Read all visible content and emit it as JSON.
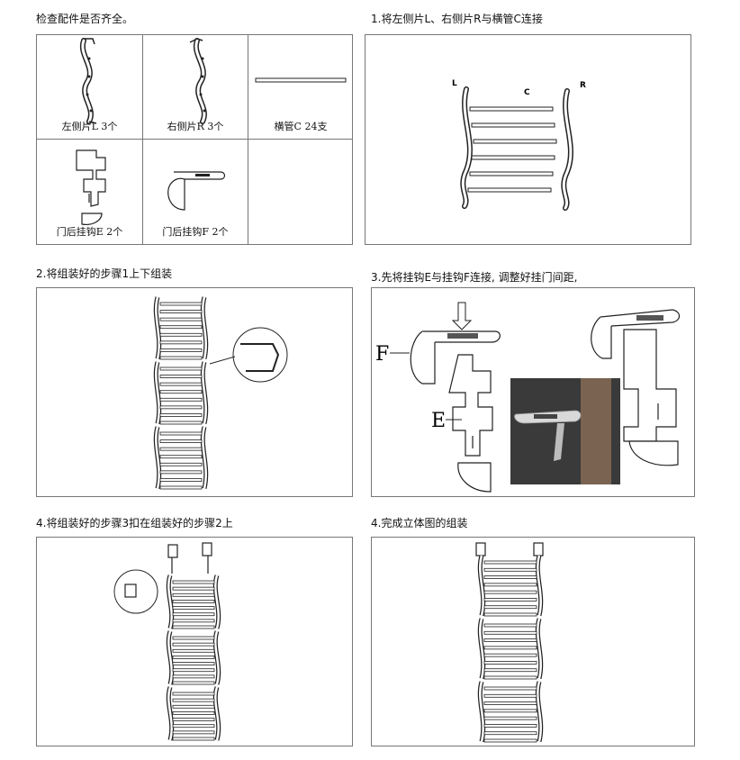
{
  "headings": {
    "check_parts": "检查配件是否齐全。",
    "step1": "1.将左侧片L、右侧片R与横管C连接",
    "step2": "2.将组装好的步骤1上下组装",
    "step3": "3.先将挂钩E与挂钩F连接, 调整好挂门间距,",
    "step4a": "4.将组装好的步骤3扣在组装好的步骤2上",
    "step4b": "4.完成立体图的组装"
  },
  "parts": [
    {
      "name": "left-side-piece",
      "label": "左侧片L 3个"
    },
    {
      "name": "right-side-piece",
      "label": "右侧片R 3个"
    },
    {
      "name": "cross-tube",
      "label": "横管C 24支"
    },
    {
      "name": "door-hook-e",
      "label": "门后挂钩E 2个"
    },
    {
      "name": "door-hook-f",
      "label": "门后挂钩F 2个"
    }
  ],
  "step1_labels": {
    "left": "L",
    "center": "C",
    "right": "R"
  },
  "step3_labels": {
    "f": "F",
    "e": "E"
  },
  "colors": {
    "line": "#222222",
    "border": "#777777",
    "photo_bg": "#3a3a3a"
  }
}
